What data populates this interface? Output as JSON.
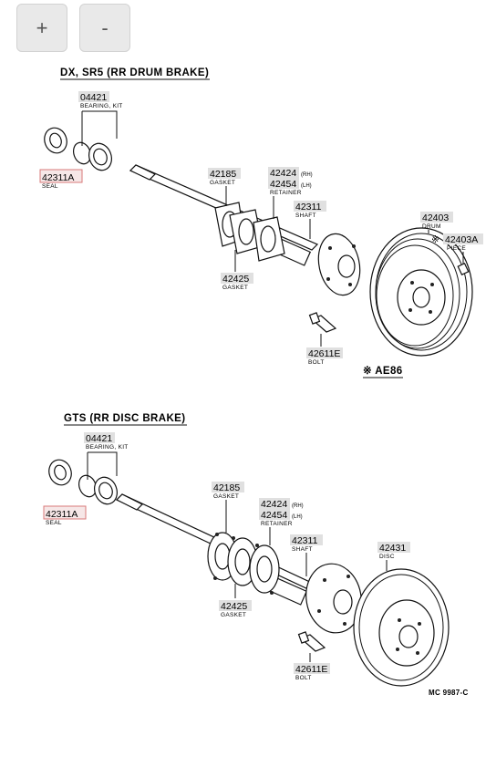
{
  "toolbar": {
    "zoom_in": "+",
    "zoom_out": "-"
  },
  "section1": {
    "header": "DX, SR5 (RR DRUM BRAKE)",
    "parts": {
      "seal": {
        "number": "42311A",
        "name": "SEAL"
      },
      "bearing": {
        "number": "04421",
        "name": "BEARING, KIT"
      },
      "gasket_top": {
        "number": "42185",
        "name": "GASKET"
      },
      "retainer_rh": {
        "number": "42424",
        "side": "(RH)"
      },
      "retainer_lh": {
        "number": "42454",
        "side": "(LH)",
        "name": "RETAINER"
      },
      "shaft": {
        "number": "42311",
        "name": "SHAFT"
      },
      "drum": {
        "number": "42403",
        "name": "DRUM"
      },
      "piece": {
        "number": "42403A",
        "name": "PIECE",
        "mark": "※"
      },
      "gasket_bottom": {
        "number": "42425",
        "name": "GASKET"
      },
      "bolt": {
        "number": "42611E",
        "name": "BOLT"
      },
      "note": "※ AE86"
    }
  },
  "section2": {
    "header": "GTS (RR DISC BRAKE)",
    "parts": {
      "seal": {
        "number": "42311A",
        "name": "SEAL"
      },
      "bearing": {
        "number": "04421",
        "name": "BEARING, KIT"
      },
      "gasket_top": {
        "number": "42185",
        "name": "GASKET"
      },
      "retainer_rh": {
        "number": "42424",
        "side": "(RH)"
      },
      "retainer_lh": {
        "number": "42454",
        "side": "(LH)",
        "name": "RETAINER"
      },
      "shaft": {
        "number": "42311",
        "name": "SHAFT"
      },
      "disc": {
        "number": "42431",
        "name": "DISC"
      },
      "gasket_bottom": {
        "number": "42425",
        "name": "GASKET"
      },
      "bolt": {
        "number": "42611E",
        "name": "BOLT"
      }
    }
  },
  "footer": {
    "code": "MC 9987-C"
  }
}
